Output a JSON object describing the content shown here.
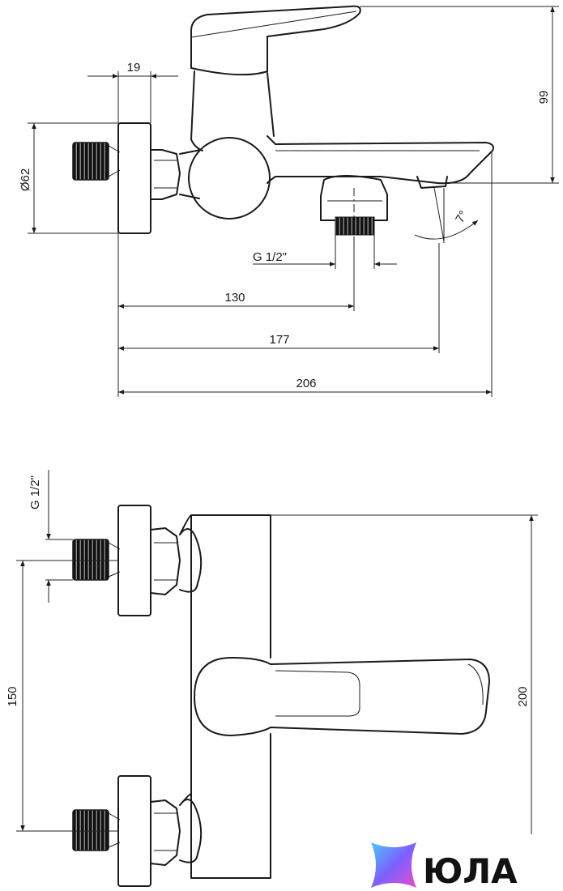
{
  "side_view": {
    "dim_flange_width": "19",
    "dim_flange_diameter": "Ø62",
    "dim_height": "99",
    "dim_thread": "G 1/2\"",
    "dim_angle": "7°",
    "dim_outlet_distance": "130",
    "dim_spout_distance": "177",
    "dim_total_length": "206"
  },
  "front_view": {
    "dim_thread": "G 1/2\"",
    "dim_center_distance": "150",
    "dim_body_height": "200"
  },
  "brand": {
    "name": "ЮЛА",
    "colors": [
      "#4fc3f7",
      "#7b61ff",
      "#e94bd0"
    ]
  }
}
